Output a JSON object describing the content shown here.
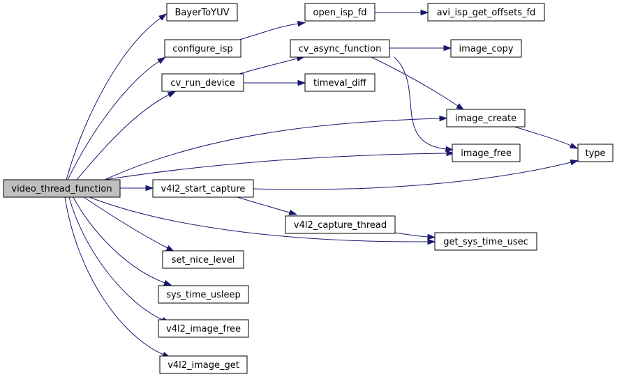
{
  "diagram": {
    "type": "call-graph",
    "edge_color": "#191970",
    "root_fill": "#bfbfbf",
    "nodes": [
      {
        "id": "video_thread_function",
        "label": "video_thread_function",
        "root": true
      },
      {
        "id": "BayerToYUV",
        "label": "BayerToYUV"
      },
      {
        "id": "configure_isp",
        "label": "configure_isp"
      },
      {
        "id": "cv_run_device",
        "label": "cv_run_device"
      },
      {
        "id": "open_isp_fd",
        "label": "open_isp_fd"
      },
      {
        "id": "avi_isp_get_offsets_fd",
        "label": "avi_isp_get_offsets_fd"
      },
      {
        "id": "cv_async_function",
        "label": "cv_async_function"
      },
      {
        "id": "image_copy",
        "label": "image_copy"
      },
      {
        "id": "timeval_diff",
        "label": "timeval_diff"
      },
      {
        "id": "image_create",
        "label": "image_create"
      },
      {
        "id": "image_free",
        "label": "image_free"
      },
      {
        "id": "type",
        "label": "type"
      },
      {
        "id": "v4l2_start_capture",
        "label": "v4l2_start_capture"
      },
      {
        "id": "v4l2_capture_thread",
        "label": "v4l2_capture_thread"
      },
      {
        "id": "get_sys_time_usec",
        "label": "get_sys_time_usec"
      },
      {
        "id": "set_nice_level",
        "label": "set_nice_level"
      },
      {
        "id": "sys_time_usleep",
        "label": "sys_time_usleep"
      },
      {
        "id": "v4l2_image_free",
        "label": "v4l2_image_free"
      },
      {
        "id": "v4l2_image_get",
        "label": "v4l2_image_get"
      }
    ],
    "edges": [
      {
        "from": "video_thread_function",
        "to": "BayerToYUV"
      },
      {
        "from": "video_thread_function",
        "to": "configure_isp"
      },
      {
        "from": "video_thread_function",
        "to": "cv_run_device"
      },
      {
        "from": "video_thread_function",
        "to": "image_create"
      },
      {
        "from": "video_thread_function",
        "to": "image_free"
      },
      {
        "from": "video_thread_function",
        "to": "v4l2_start_capture"
      },
      {
        "from": "video_thread_function",
        "to": "get_sys_time_usec"
      },
      {
        "from": "video_thread_function",
        "to": "set_nice_level"
      },
      {
        "from": "video_thread_function",
        "to": "sys_time_usleep"
      },
      {
        "from": "video_thread_function",
        "to": "v4l2_image_free"
      },
      {
        "from": "video_thread_function",
        "to": "v4l2_image_get"
      },
      {
        "from": "configure_isp",
        "to": "open_isp_fd"
      },
      {
        "from": "open_isp_fd",
        "to": "avi_isp_get_offsets_fd"
      },
      {
        "from": "cv_run_device",
        "to": "cv_async_function"
      },
      {
        "from": "cv_run_device",
        "to": "timeval_diff"
      },
      {
        "from": "cv_async_function",
        "to": "image_copy"
      },
      {
        "from": "cv_async_function",
        "to": "image_create"
      },
      {
        "from": "cv_async_function",
        "to": "image_free"
      },
      {
        "from": "image_create",
        "to": "type"
      },
      {
        "from": "v4l2_start_capture",
        "to": "type"
      },
      {
        "from": "v4l2_start_capture",
        "to": "v4l2_capture_thread"
      },
      {
        "from": "v4l2_capture_thread",
        "to": "get_sys_time_usec"
      }
    ]
  }
}
